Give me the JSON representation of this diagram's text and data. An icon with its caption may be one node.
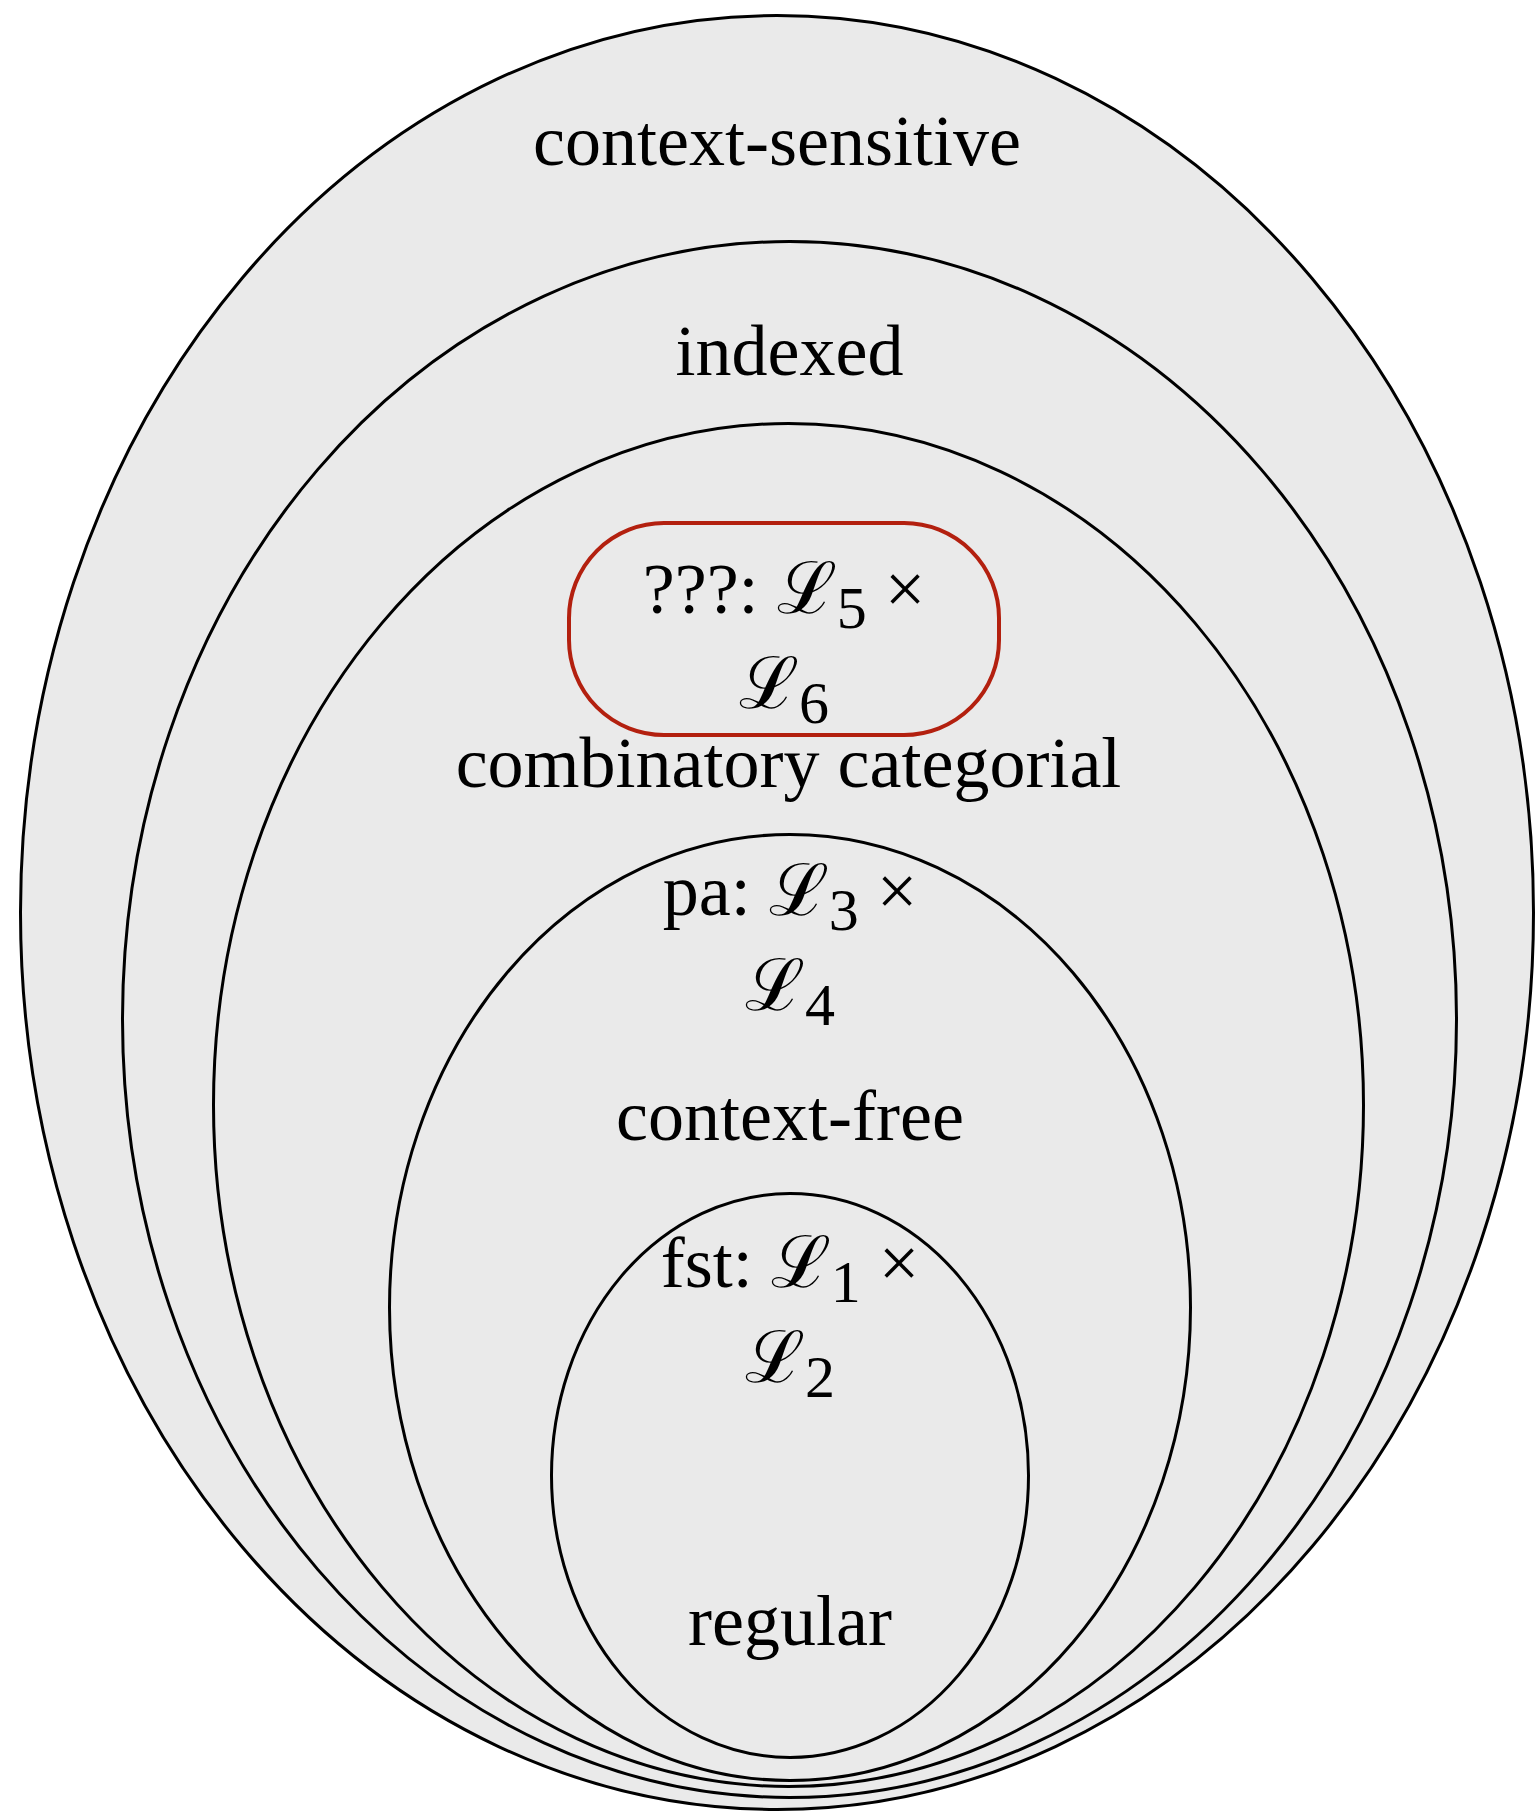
{
  "diagram": {
    "nodes": [
      {
        "text": [
          "context-sensitive"
        ]
      },
      {
        "text": [
          "indexed"
        ],
        "in": 0
      },
      {
        "text": [
          "combinatory categorial"
        ],
        "in": 1
      },
      {
        "text": [
          "???: ℒ$_{5}$ × ℒ$_{6}$"
        ],
        "in": 2
      },
      {
        "text": [
          "pa: ℒ$_{3}$ × ℒ$_{4}$",
          "context-free"
        ],
        "in": 2
      },
      {
        "text": [
          "fst: ℒ$_{1}$ × ℒ$_{2}$",
          "regular"
        ],
        "in": 4
      }
    ]
  }
}
